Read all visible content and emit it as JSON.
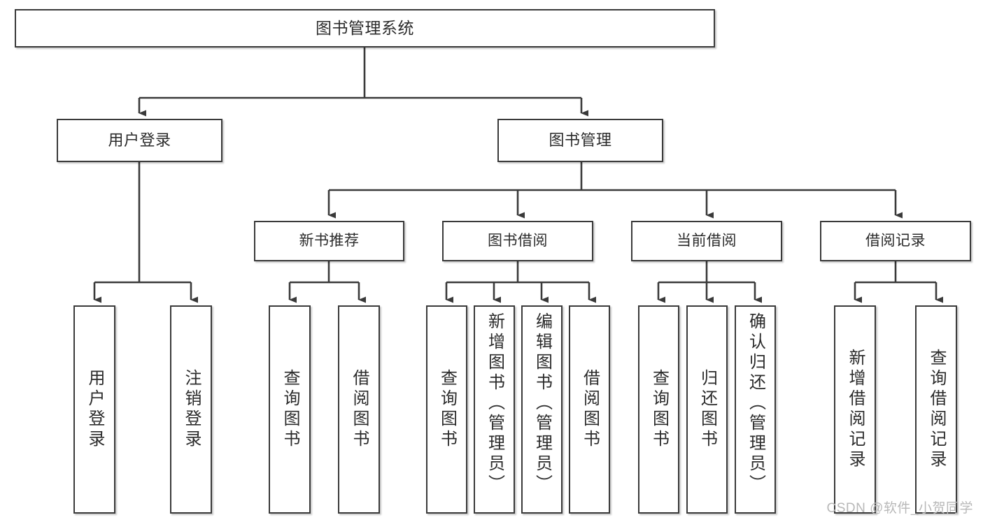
{
  "diagram": {
    "title": "图书管理系统",
    "type": "tree-hierarchy-chart",
    "line_color": "#3a3a3a",
    "box_fill": "#ffffff",
    "text_color": "#2b2b2b"
  },
  "root": {
    "label": "图书管理系统"
  },
  "branches": [
    {
      "label": "用户登录"
    },
    {
      "label": "图书管理"
    }
  ],
  "subbranches": [
    {
      "label": "新书推荐"
    },
    {
      "label": "图书借阅"
    },
    {
      "label": "当前借阅"
    },
    {
      "label": "借阅记录"
    }
  ],
  "leaves": {
    "user_login": [
      {
        "label": "用户登录"
      },
      {
        "label": "注销登录"
      }
    ],
    "new_book_recommend": [
      {
        "label": "查询图书"
      },
      {
        "label": "借阅图书"
      }
    ],
    "book_borrow": [
      {
        "label": "查询图书"
      },
      {
        "label": "新增图书（管理员）"
      },
      {
        "label": "编辑图书（管理员）"
      },
      {
        "label": "借阅图书"
      }
    ],
    "current_borrow": [
      {
        "label": "查询图书"
      },
      {
        "label": "归还图书"
      },
      {
        "label": "确认归还（管理员）"
      }
    ],
    "borrow_record": [
      {
        "label": "新增借阅记录"
      },
      {
        "label": "查询借阅记录"
      }
    ]
  },
  "watermark": {
    "text": "CSDN @软件_小贺同学"
  }
}
